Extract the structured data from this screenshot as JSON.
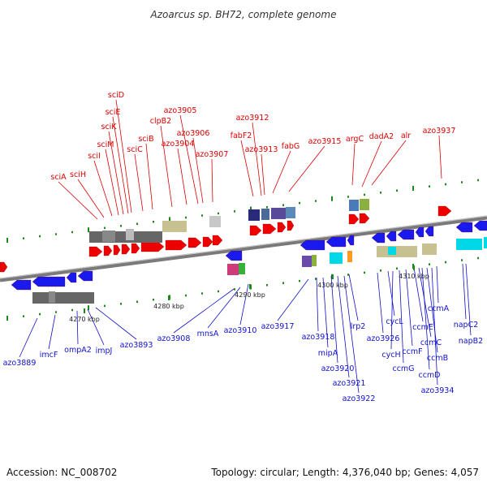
{
  "title": "Azoarcus sp. BH72, complete genome",
  "footer": {
    "accession": "Accession: NC_008702",
    "stats": "Topology: circular; Length: 4,376,040 bp; Genes: 4,057"
  },
  "colors": {
    "plus_strand_label": "#dd0000",
    "minus_strand_label": "#1010cc",
    "plus_gene": "#ee0000",
    "minus_gene": "#1a1aee",
    "tick": "#1a8a1a",
    "backbone": "#7a7a7a"
  },
  "ruler": {
    "ticks_kbp": [
      "4270 kbp",
      "4280 kbp",
      "4290 kbp",
      "4300 kbp",
      "4310 kbp"
    ]
  },
  "plus_labels": [
    "sciA",
    "sciH",
    "sciI",
    "sciM",
    "sciK",
    "sciE",
    "sciD",
    "sciC",
    "sciB",
    "clpB2",
    "azo3904",
    "azo3905",
    "azo3906",
    "azo3907",
    "fabF2",
    "azo3912",
    "azo3913",
    "fabG",
    "azo3915",
    "argC",
    "dadA2",
    "alr",
    "azo3937"
  ],
  "minus_labels": [
    "azo3889",
    "imcF",
    "ompA2",
    "impJ",
    "azo3893",
    "azo3908",
    "mnsA",
    "azo3910",
    "azo3917",
    "azo3918",
    "mipA",
    "azo3920",
    "azo3921",
    "azo3922",
    "lrp2",
    "azo3926",
    "cycL",
    "cycH",
    "ccmG",
    "ccmF",
    "ccmE",
    "ccmC",
    "ccmD",
    "ccmB",
    "ccmA",
    "azo3934",
    "napC2",
    "napB2"
  ]
}
